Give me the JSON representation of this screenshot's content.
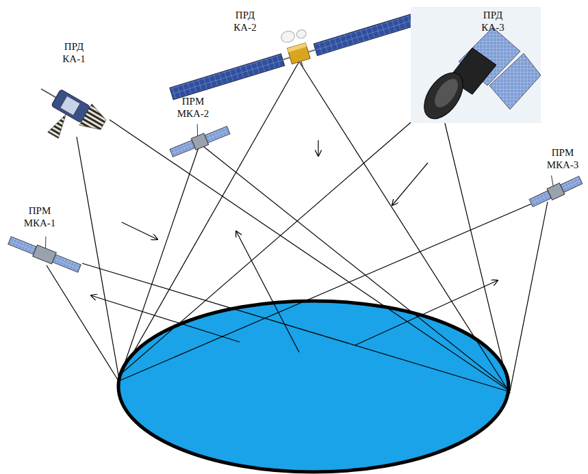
{
  "diagram": {
    "nodes": [
      {
        "text": [
          "ПРД КА-1"
        ]
      },
      {
        "text": [
          "ПРД КА-2"
        ]
      },
      {
        "text": [
          "ПРД КА-3"
        ]
      },
      {
        "text": [
          "ПРМ МКА-2"
        ]
      },
      {
        "text": [
          "ПРМ МКА-1"
        ]
      },
      {
        "text": [
          "ПРМ МКА-3"
        ]
      }
    ]
  }
}
